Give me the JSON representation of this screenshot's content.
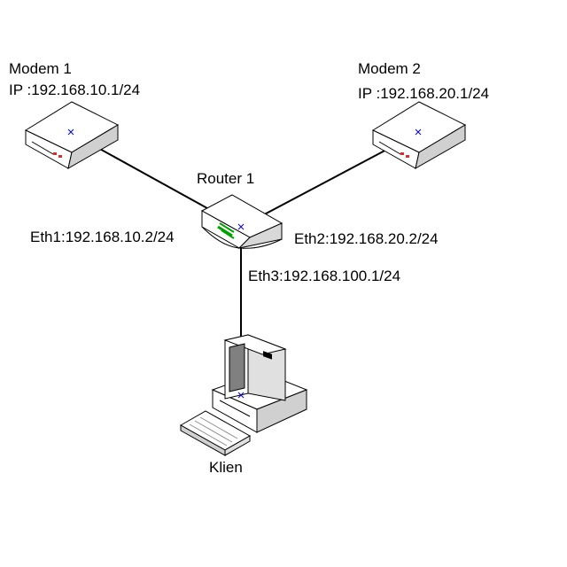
{
  "nodes": {
    "modem1": {
      "name": "Modem 1",
      "ip_label": "IP :192.168.10.1/24"
    },
    "modem2": {
      "name": "Modem 2",
      "ip_label": "IP :192.168.20.1/24"
    },
    "router1": {
      "name": "Router 1"
    },
    "client": {
      "name": "Klien"
    }
  },
  "interfaces": {
    "eth1": "Eth1:192.168.10.2/24",
    "eth2": "Eth2:192.168.20.2/24",
    "eth3": "Eth3:192.168.100.1/24"
  },
  "colors": {
    "line": "#000000",
    "device_fill": "#ffffff",
    "device_shadow": "#c0c0c0",
    "router_port": "#00a000",
    "marker": "#0000cc"
  }
}
